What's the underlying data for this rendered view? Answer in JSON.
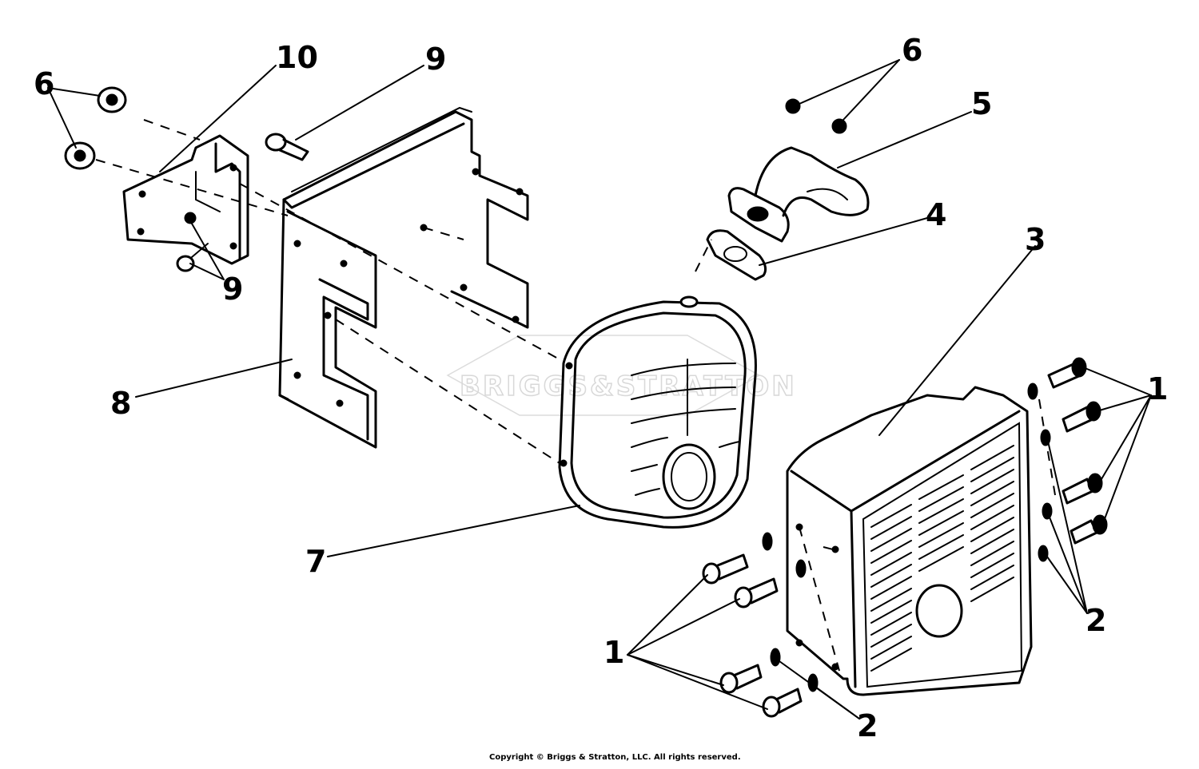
{
  "diagram": {
    "callouts": [
      {
        "id": "c10",
        "label": "10"
      },
      {
        "id": "c9a",
        "label": "9"
      },
      {
        "id": "c6a",
        "label": "6"
      },
      {
        "id": "c9b",
        "label": "9"
      },
      {
        "id": "c8",
        "label": "8"
      },
      {
        "id": "c7",
        "label": "7"
      },
      {
        "id": "c6b",
        "label": "6"
      },
      {
        "id": "c5",
        "label": "5"
      },
      {
        "id": "c4",
        "label": "4"
      },
      {
        "id": "c3",
        "label": "3"
      },
      {
        "id": "c1a",
        "label": "1"
      },
      {
        "id": "c2a",
        "label": "2"
      },
      {
        "id": "c1b",
        "label": "1"
      },
      {
        "id": "c2b",
        "label": "2"
      }
    ],
    "watermark": "BRIGGS&STRATTON",
    "copyright": "Copyright © Briggs & Stratton, LLC. All rights reserved.",
    "colors": {
      "ink": "#000000",
      "paper": "#ffffff",
      "watermark": "#d8d8d8"
    }
  }
}
